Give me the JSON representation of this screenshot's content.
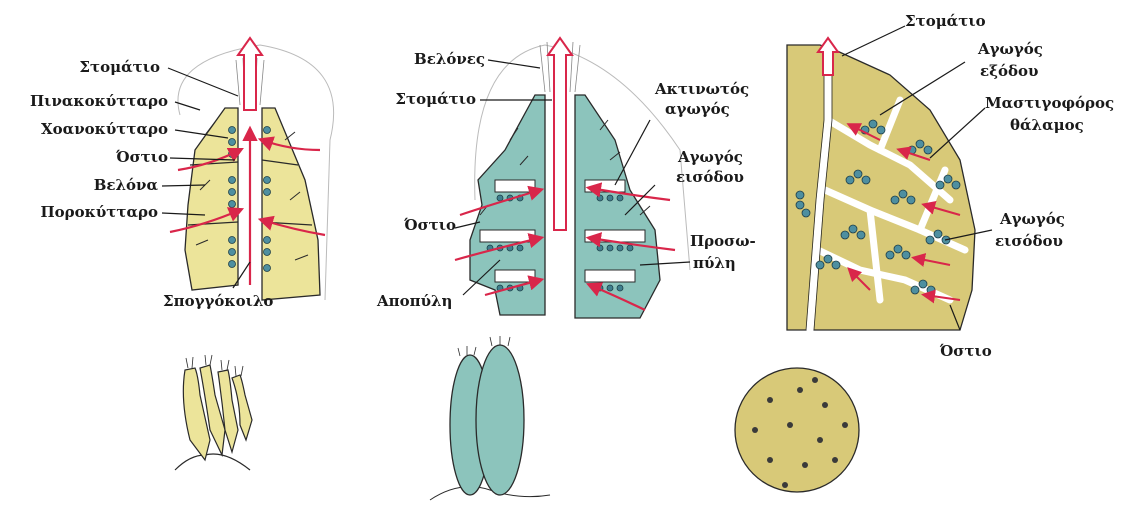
{
  "diagram": {
    "ascon_labels": {
      "osculum": "Στομάτιο",
      "pinacocyte": "Πινακοκύτταρο",
      "choanocyte": "Χοανοκύτταρο",
      "ostium": "Όστιο",
      "spicule": "Βελόνα",
      "porocyte": "Ποροκύτταρο",
      "spongocoel": "Σπογγόκοιλο"
    },
    "sycon_labels": {
      "spicules": "Βελόνες",
      "osculum": "Στομάτιο",
      "radial_canal_l1": "Ακτινωτός",
      "radial_canal_l2": "αγωγός",
      "incurrent_canal_l1": "Αγωγός",
      "incurrent_canal_l2": "εισόδου",
      "ostium": "Όστιο",
      "prosopyle_l1": "Προσω-",
      "prosopyle_l2": "πύλη",
      "apopyle": "Αποπύλη"
    },
    "leucon_labels": {
      "osculum": "Στομάτιο",
      "excurrent_canal_l1": "Αγωγός",
      "excurrent_canal_l2": "εξόδου",
      "flagellated_chamber_l1": "Μαστιγοφόρος",
      "flagellated_chamber_l2": "θάλαμος",
      "incurrent_canal_l1": "Αγωγός",
      "incurrent_canal_l2": "εισόδου",
      "ostium": "Όστιο"
    },
    "colors": {
      "ascon_body": "#ece49a",
      "sycon_body": "#8cc4bc",
      "leucon_body": "#d8c978",
      "choanocyte": "#4e8fa0",
      "flow_arrow": "#d9264a",
      "outline": "#2a2a2a"
    }
  }
}
